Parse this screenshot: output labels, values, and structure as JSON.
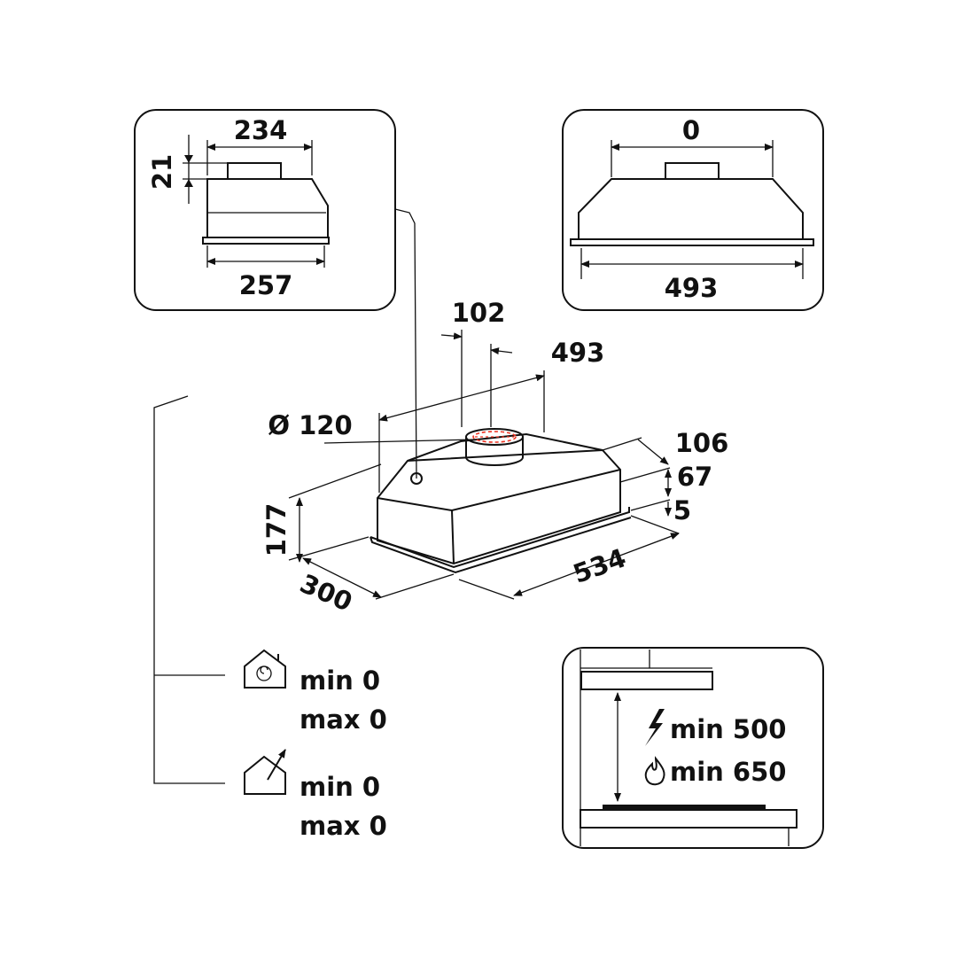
{
  "side_view": {
    "top_width": "234",
    "top_height": "21",
    "bottom_width": "257"
  },
  "front_view": {
    "top_width": "0",
    "bottom_width": "493"
  },
  "main_view": {
    "outlet_offset": "102",
    "top_depth": "493",
    "outlet_diameter": "Ø 120",
    "height_total": "177",
    "depth": "300",
    "width": "534",
    "dim_a": "106",
    "dim_b": "67",
    "dim_c": "5"
  },
  "recirculation": {
    "icon": "recirculation-house-icon",
    "min": "min  0",
    "max": "max  0"
  },
  "extraction": {
    "icon": "extraction-house-icon",
    "min": "min  0",
    "max": "max  0"
  },
  "installation": {
    "electric": "min 500",
    "gas": "min 650",
    "electric_icon": "lightning-icon",
    "gas_icon": "flame-icon"
  }
}
